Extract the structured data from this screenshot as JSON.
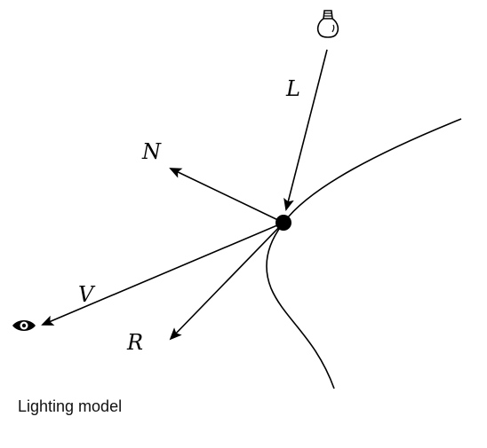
{
  "diagram": {
    "labels": {
      "light": "L",
      "normal": "N",
      "view": "V",
      "reflect": "R"
    },
    "icons": {
      "light_source": "light-bulb-icon",
      "viewer": "eye-icon"
    },
    "colors": {
      "stroke": "#000000",
      "background": "#ffffff"
    }
  },
  "caption": "Lighting model"
}
